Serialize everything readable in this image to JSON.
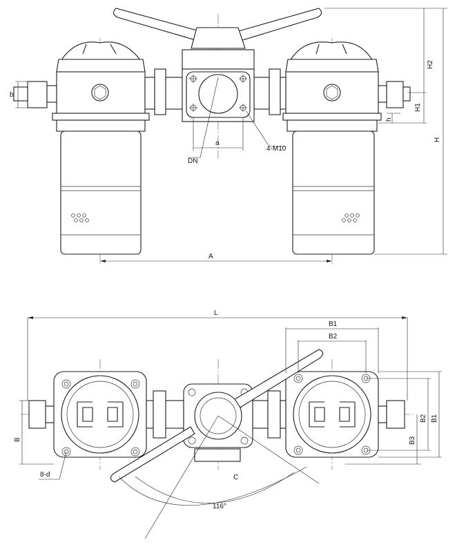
{
  "labels": {
    "b": "b",
    "H2": "H2",
    "H1": "H1",
    "h": "h",
    "H": "H",
    "DN": "DN",
    "a": "a",
    "bolt": "4-M10",
    "A": "A",
    "L": "L",
    "B1_top": "B1",
    "B2_top": "B2",
    "B": "B",
    "B2_right": "B2",
    "B1_right": "B1",
    "B3": "B3",
    "holes": "8-d",
    "C": "C",
    "angle": "116°"
  }
}
